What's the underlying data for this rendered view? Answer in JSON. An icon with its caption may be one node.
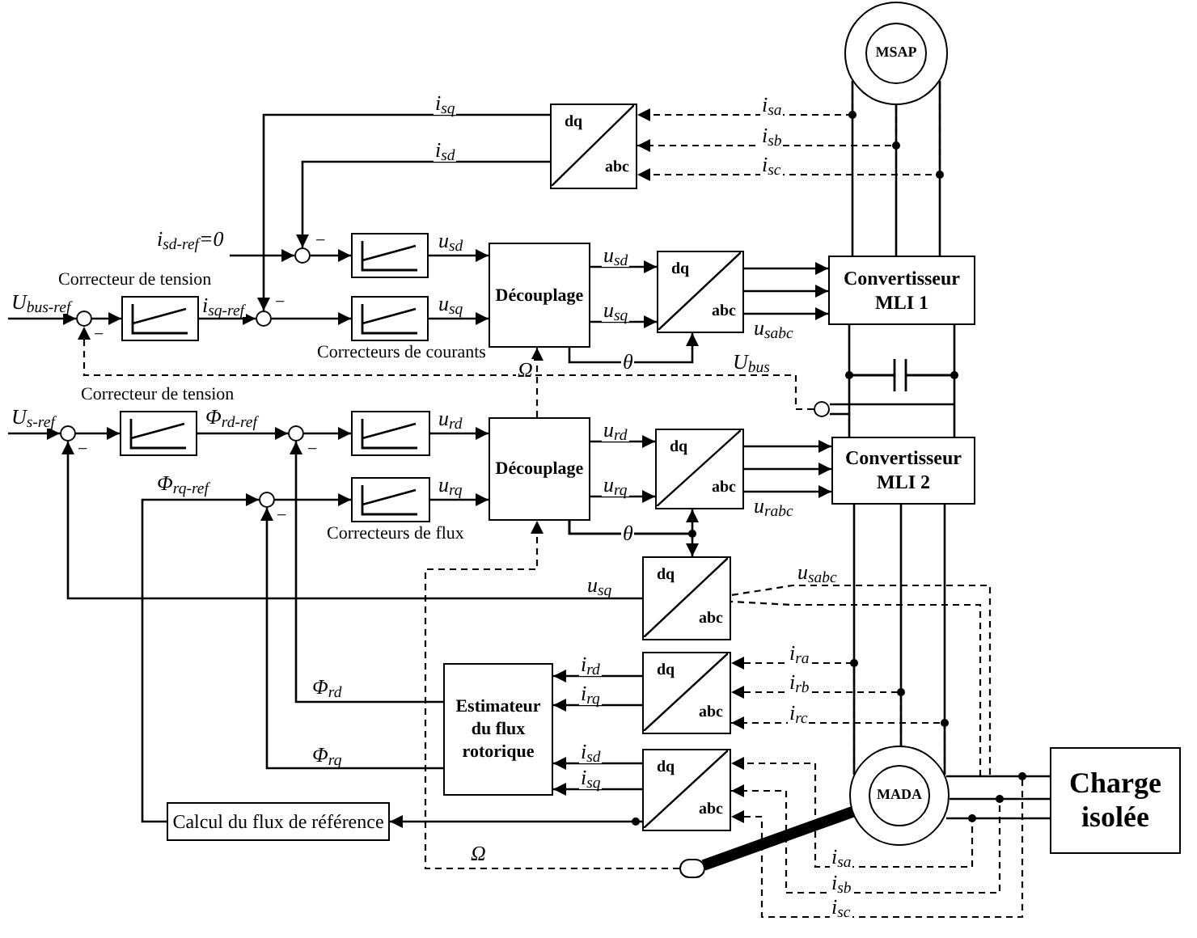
{
  "diagram": {
    "nodes": [
      {
        "text": [
          "dq",
          "abc"
        ]
      },
      {
        "text": [],
        "shape": "circle",
        "beside": [
          "−"
        ]
      },
      {
        "text": [],
        "shape": "circle",
        "beside": [
          "−"
        ]
      },
      {
        "text": [],
        "shape": "circle",
        "beside": [
          "−"
        ]
      },
      {
        "text": [],
        "shape": "box",
        "beside": [
          "Correcteur de tension"
        ]
      },
      {
        "text": [],
        "shape": "box"
      },
      {
        "text": [],
        "shape": "box"
      },
      {
        "text": [
          "Découplage"
        ]
      },
      {
        "text": [
          "dq",
          "abc"
        ]
      },
      {
        "text": [
          "Convertisseur MLI 1"
        ]
      },
      {
        "text": [
          "MSAP"
        ]
      },
      {
        "text": [
          "Convertisseur MLI 2"
        ]
      },
      {
        "text": [],
        "shape": "circle",
        "beside": [
          "−"
        ]
      },
      {
        "text": [],
        "shape": "box",
        "beside": [
          "Correcteur de tension"
        ]
      },
      {
        "text": [],
        "shape": "circle",
        "beside": [
          "−"
        ]
      },
      {
        "text": [],
        "shape": "circle",
        "beside": [
          "−"
        ]
      },
      {
        "text": [],
        "shape": "box"
      },
      {
        "text": [],
        "shape": "box"
      },
      {
        "text": [
          "Découplage"
        ]
      },
      {
        "text": [
          "dq",
          "abc"
        ]
      },
      {
        "text": [
          "dq",
          "abc"
        ]
      },
      {
        "text": [
          "dq",
          "abc"
        ]
      },
      {
        "text": [
          "dq",
          "abc"
        ]
      },
      {
        "text": [
          "Estimateur du flux rotorique"
        ]
      },
      {
        "text": [
          "Calcul du flux de référence"
        ]
      },
      {
        "text": [
          "MADA"
        ]
      },
      {
        "text": [
          "Charge isolée"
        ]
      },
      {
        "text": [],
        "shape": "circle"
      },
      {
        "text": [],
        "shape": "circle"
      }
    ],
    "edges": [
      {
        "from": 0,
        "to": 2,
        "arrow": "to",
        "label": "i$_{sq}$"
      },
      {
        "from": 0,
        "to": 1,
        "arrow": "to",
        "label": "i$_{sd}$"
      },
      {
        "from": 10,
        "to": 0,
        "arrow": "to",
        "style": "dashed",
        "label": "i$_{sa}$"
      },
      {
        "from": 10,
        "to": 0,
        "arrow": "to",
        "style": "dashed",
        "label": "i$_{sb}$"
      },
      {
        "from": 10,
        "to": 0,
        "arrow": "to",
        "style": "dashed",
        "label": "i$_{sc}$"
      },
      {
        "from": 9,
        "to": 10,
        "arrow": "none"
      },
      {
        "from": 9,
        "to": 10,
        "arrow": "none"
      },
      {
        "from": 9,
        "to": 10,
        "arrow": "none"
      },
      {
        "from": null,
        "to": 1,
        "arrow": "to",
        "label": "i$_{sd-ref}$=0"
      },
      {
        "from": null,
        "to": 3,
        "arrow": "to",
        "label": "U$_{bus-ref}$"
      },
      {
        "from": 3,
        "to": 4,
        "arrow": "to"
      },
      {
        "from": 4,
        "to": 2,
        "arrow": "to",
        "label": "i$_{sq-ref}$"
      },
      {
        "from": 1,
        "to": 5,
        "arrow": "to"
      },
      {
        "from": 2,
        "to": 6,
        "arrow": "to"
      },
      {
        "from": 5,
        "to": 7,
        "arrow": "to",
        "label": "u$_{sd}$"
      },
      {
        "from": 6,
        "to": 7,
        "arrow": "to",
        "label": "u$_{sq}$"
      },
      {
        "from": 7,
        "to": 8,
        "arrow": "to",
        "label": "u$_{sd}$"
      },
      {
        "from": 7,
        "to": 8,
        "arrow": "to",
        "label": "u$_{sq}$"
      },
      {
        "from": 7,
        "to": 8,
        "arrow": "to",
        "label": "θ"
      },
      {
        "from": 8,
        "to": 9,
        "arrow": "to"
      },
      {
        "from": 8,
        "to": 9,
        "arrow": "to"
      },
      {
        "from": 8,
        "to": 9,
        "arrow": "to",
        "label": "u$_{sabc}$"
      },
      {
        "from": 9,
        "to": 11,
        "arrow": "none"
      },
      {
        "from": 9,
        "to": 11,
        "arrow": "none"
      },
      {
        "from": 28,
        "to": 3,
        "arrow": "to",
        "style": "dashed",
        "label": "U$_{bus}$"
      },
      {
        "from": 18,
        "to": 7,
        "arrow": "to",
        "style": "dashed",
        "label": "Ω"
      },
      {
        "from": null,
        "to": 12,
        "arrow": "to",
        "label": "U$_{s-ref}$"
      },
      {
        "from": 12,
        "to": 13,
        "arrow": "to"
      },
      {
        "from": 13,
        "to": 14,
        "arrow": "to",
        "label": "Φ$_{rd-ref}$"
      },
      {
        "from": 14,
        "to": 16,
        "arrow": "to"
      },
      {
        "from": 15,
        "to": 17,
        "arrow": "to"
      },
      {
        "from": 16,
        "to": 18,
        "arrow": "to",
        "label": "u$_{rd}$"
      },
      {
        "from": 17,
        "to": 18,
        "arrow": "to",
        "label": "u$_{rq}$"
      },
      {
        "from": 18,
        "to": 19,
        "arrow": "to",
        "label": "u$_{rd}$"
      },
      {
        "from": 18,
        "to": 19,
        "arrow": "to",
        "label": "u$_{rq}$"
      },
      {
        "from": 18,
        "to": 19,
        "arrow": "to",
        "label": "θ"
      },
      {
        "from": 18,
        "to": 20,
        "arrow": "to"
      },
      {
        "from": 19,
        "to": 11,
        "arrow": "to"
      },
      {
        "from": 19,
        "to": 11,
        "arrow": "to"
      },
      {
        "from": 19,
        "to": 11,
        "arrow": "to",
        "label": "u$_{rabc}$"
      },
      {
        "from": 11,
        "to": 25,
        "arrow": "none"
      },
      {
        "from": 11,
        "to": 25,
        "arrow": "none"
      },
      {
        "from": 11,
        "to": 25,
        "arrow": "none"
      },
      {
        "from": 25,
        "to": 21,
        "arrow": "to",
        "style": "dashed",
        "label": "i$_{ra}$"
      },
      {
        "from": 25,
        "to": 21,
        "arrow": "to",
        "style": "dashed",
        "label": "i$_{rb}$"
      },
      {
        "from": 25,
        "to": 21,
        "arrow": "to",
        "style": "dashed",
        "label": "i$_{rc}$"
      },
      {
        "from": 21,
        "to": 23,
        "arrow": "to",
        "label": "i$_{rd}$"
      },
      {
        "from": 21,
        "to": 23,
        "arrow": "to",
        "label": "i$_{rq}$"
      },
      {
        "from": 22,
        "to": 23,
        "arrow": "to",
        "label": "i$_{sd}$"
      },
      {
        "from": 22,
        "to": 23,
        "arrow": "to",
        "label": "i$_{sq}$"
      },
      {
        "from": 22,
        "to": 24,
        "arrow": "to"
      },
      {
        "from": 25,
        "to": 22,
        "arrow": "to",
        "style": "dashed",
        "label": "i$_{sa}$"
      },
      {
        "from": 25,
        "to": 22,
        "arrow": "to",
        "style": "dashed",
        "label": "i$_{sb}$"
      },
      {
        "from": 25,
        "to": 22,
        "arrow": "to",
        "style": "dashed",
        "label": "i$_{sc}$"
      },
      {
        "from": 25,
        "to": 26,
        "arrow": "none"
      },
      {
        "from": 25,
        "to": 26,
        "arrow": "none"
      },
      {
        "from": 25,
        "to": 26,
        "arrow": "none"
      },
      {
        "from": 25,
        "to": 27,
        "arrow": "none",
        "style": "thick"
      },
      {
        "from": 27,
        "to": 18,
        "arrow": "to",
        "style": "dashed",
        "label": "Ω"
      },
      {
        "from": 20,
        "to": 12,
        "arrow": "to",
        "label": "u$_{sq}$"
      },
      {
        "from": 25,
        "to": 20,
        "arrow": "none",
        "style": "dashed",
        "label": "u$_{sabc}$"
      },
      {
        "from": 25,
        "to": 20,
        "arrow": "none",
        "style": "dashed"
      },
      {
        "from": 23,
        "to": 14,
        "arrow": "to",
        "label": "Φ$_{rd}$"
      },
      {
        "from": 23,
        "to": 15,
        "arrow": "to",
        "label": "Φ$_{rq}$"
      },
      {
        "from": 24,
        "to": 15,
        "arrow": "to",
        "label": "Φ$_{rq-ref}$"
      },
      {
        "from": 28,
        "to": null,
        "arrow": "none"
      },
      {
        "from": 28,
        "to": null,
        "arrow": "none"
      }
    ],
    "labels": [
      "Correcteurs de courants",
      "Correcteurs de flux"
    ]
  }
}
